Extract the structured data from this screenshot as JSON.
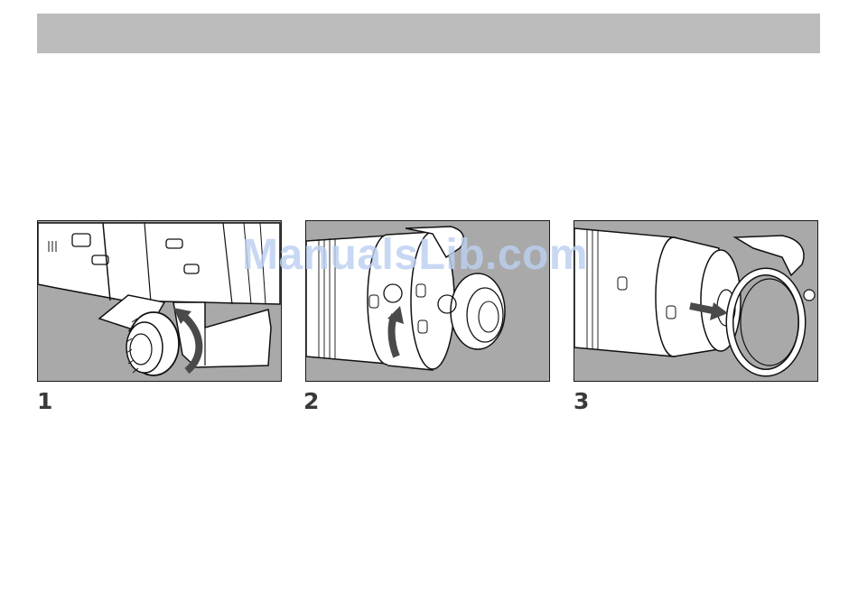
{
  "header": {
    "color": "#bcbcbc"
  },
  "panels": [
    {
      "number": "1",
      "illustration": "tripod-mount-knob-loosen"
    },
    {
      "number": "2",
      "illustration": "lens-hood-ring-rotate"
    },
    {
      "number": "3",
      "illustration": "lens-hood-remove"
    }
  ],
  "watermark": {
    "text": "ManualsLib.com"
  },
  "colors": {
    "panel_bg": "#a9a9a9",
    "arrow": "#4a4a4a",
    "watermark": "#bcd0f0"
  }
}
